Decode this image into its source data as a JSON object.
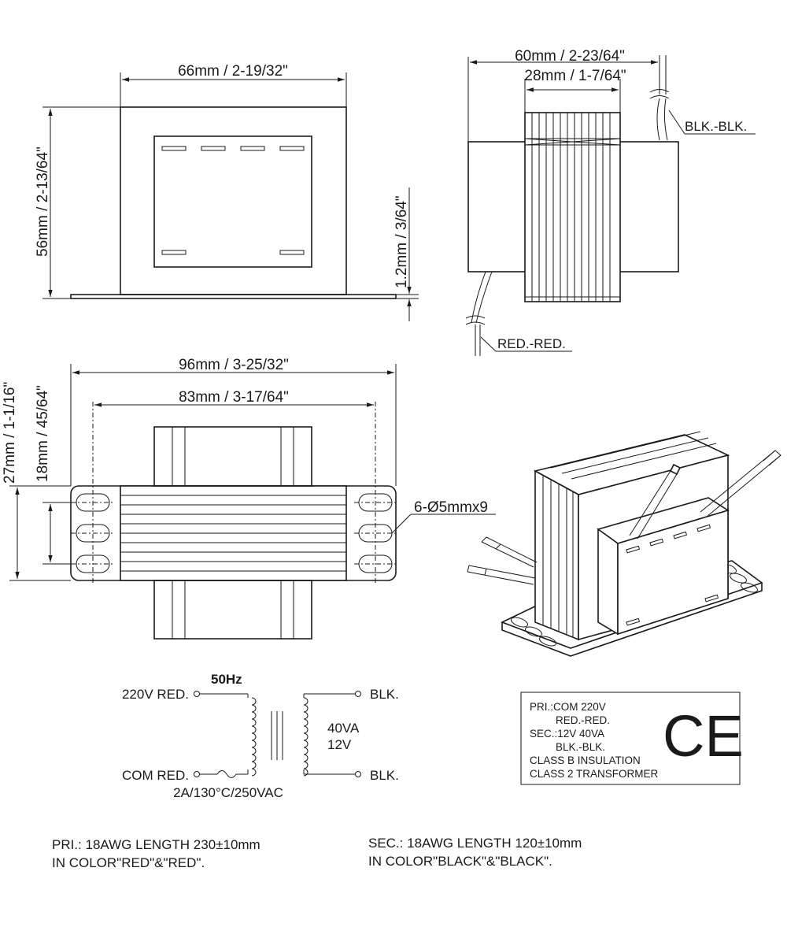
{
  "front_view": {
    "width_dim": "66mm / 2-19/32\"",
    "height_dim": "56mm / 2-13/64\"",
    "base_thickness_dim": "1.2mm / 3/64\""
  },
  "side_view": {
    "overall_dim": "60mm / 2-23/64\"",
    "core_dim": "28mm / 1-7/64\"",
    "secondary_leads": "BLK.-BLK.",
    "primary_leads": "RED.-RED."
  },
  "top_view": {
    "overall_dim": "96mm / 3-25/32\"",
    "hole_spacing_dim": "83mm / 3-17/64\"",
    "overall_depth_dim": "27mm / 1-1/16\"",
    "hole_depth_dim": "18mm / 45/64\"",
    "holes_callout": "6-Ø5mmx9"
  },
  "schematic": {
    "frequency": "50Hz",
    "primary_hot": "220V RED.",
    "primary_com": "COM RED.",
    "fuse_rating": "2A/130°C/250VAC",
    "secondary_top": "BLK.",
    "secondary_bottom": "BLK.",
    "power": "40VA",
    "voltage": "12V"
  },
  "label_box": {
    "lines": [
      "PRI.:COM   220V",
      "RED.-RED.",
      "SEC.:12V   40VA",
      "BLK.-BLK.",
      "CLASS B INSULATION",
      "CLASS 2 TRANSFORMER"
    ],
    "mark": "CE"
  },
  "notes": {
    "primary_line1": "PRI.: 18AWG LENGTH 230±10mm",
    "primary_line2": "IN COLOR\"RED\"&\"RED\".",
    "secondary_line1": "SEC.: 18AWG LENGTH 120±10mm",
    "secondary_line2": "IN COLOR\"BLACK\"&\"BLACK\"."
  }
}
